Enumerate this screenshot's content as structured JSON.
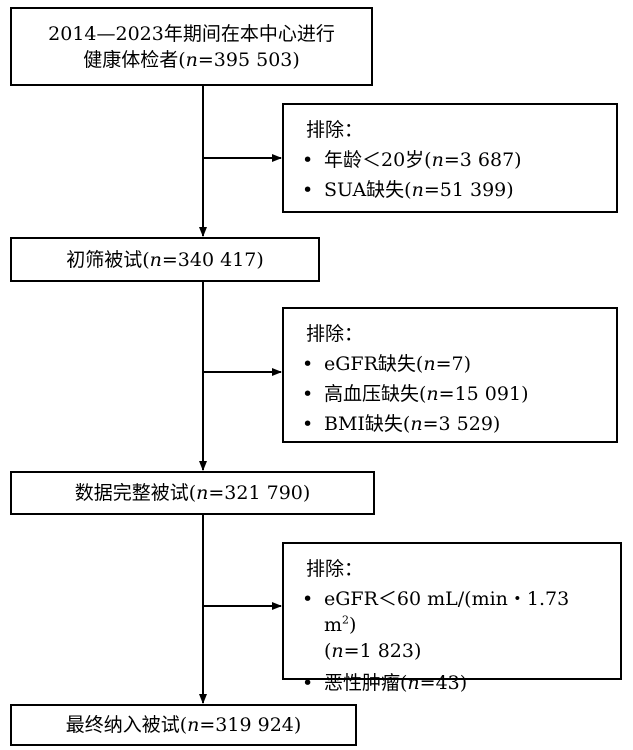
{
  "boxes": {
    "start": {
      "line1": "2014—2023年期间在本中心进行",
      "line2_pre": "健康体检者(",
      "var": "n",
      "line2_post": "=395 503)"
    },
    "screen": {
      "pre": "初筛被试(",
      "var": "n",
      "post": "=340 417)"
    },
    "complete": {
      "pre": "数据完整被试(",
      "var": "n",
      "post": "=321 790)"
    },
    "final": {
      "pre": "最终纳入被试(",
      "var": "n",
      "post": "=319 924)"
    }
  },
  "exclusions": [
    {
      "title": "排除：",
      "items": [
        {
          "bullet": "•",
          "pre": "年龄＜20岁(",
          "var": "n",
          "post": "=3 687)"
        },
        {
          "bullet": "•",
          "pre": "SUA缺失(",
          "var": "n",
          "post": "=51 399)"
        }
      ]
    },
    {
      "title": "排除：",
      "items": [
        {
          "bullet": "•",
          "pre": "eGFR缺失(",
          "var": "n",
          "post": "=7)"
        },
        {
          "bullet": "•",
          "pre": "高血压缺失(",
          "var": "n",
          "post": "=15 091)"
        },
        {
          "bullet": "•",
          "pre": "BMI缺失(",
          "var": "n",
          "post": "=3 529)"
        }
      ]
    },
    {
      "title": "排除：",
      "items": [
        {
          "bullet": "•",
          "pre": "eGFR＜60 mL/(min・1.73 m",
          "sup": "2",
          "post_sup": ")",
          "line2_pre": "(",
          "var": "n",
          "post": "=1 823)"
        },
        {
          "bullet": "•",
          "pre": "恶性肿瘤(",
          "var": "n",
          "post": "=43)"
        }
      ]
    }
  ]
}
